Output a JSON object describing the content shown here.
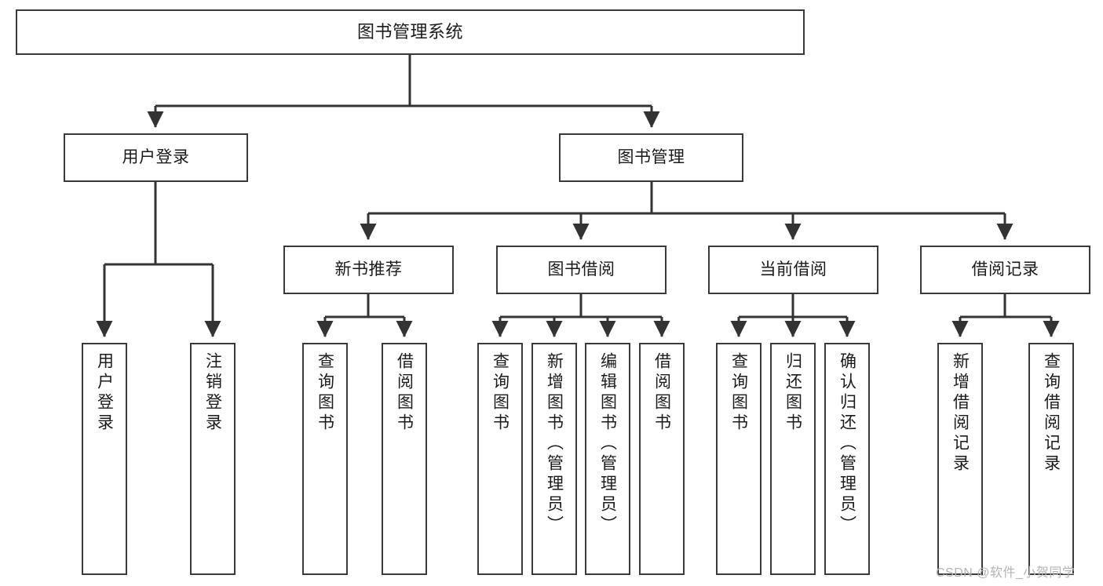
{
  "diagram": {
    "type": "tree-hierarchy-flowchart",
    "title": "图书管理系统",
    "colors": {
      "box_border": "#3a3a3a",
      "box_fill": "#ffffff",
      "connector": "#333333",
      "text": "#1b1b1b",
      "watermark": "#b4b4b4",
      "background": "#ffffff"
    },
    "nodes": {
      "root": {
        "label": "图书管理系统",
        "level": 0
      },
      "level1": [
        {
          "id": "user-login",
          "label": "用户登录"
        },
        {
          "id": "book-manage",
          "label": "图书管理"
        }
      ],
      "level2": [
        {
          "id": "new-book-recommend",
          "label": "新书推荐",
          "parent": "book-manage"
        },
        {
          "id": "book-borrow",
          "label": "图书借阅",
          "parent": "book-manage"
        },
        {
          "id": "current-borrow",
          "label": "当前借阅",
          "parent": "book-manage"
        },
        {
          "id": "borrow-record",
          "label": "借阅记录",
          "parent": "book-manage"
        }
      ],
      "leaves": {
        "user-login": [
          {
            "id": "leaf-user-login",
            "label": "用户登录"
          },
          {
            "id": "leaf-logout",
            "label": "注销登录"
          }
        ],
        "new-book-recommend": [
          {
            "id": "leaf-query-book-1",
            "label": "查询图书"
          },
          {
            "id": "leaf-borrow-book-1",
            "label": "借阅图书"
          }
        ],
        "book-borrow": [
          {
            "id": "leaf-query-book-2",
            "label": "查询图书"
          },
          {
            "id": "leaf-add-book",
            "label": "新增图书（管理员）"
          },
          {
            "id": "leaf-edit-book",
            "label": "编辑图书（管理员）"
          },
          {
            "id": "leaf-borrow-book-2",
            "label": "借阅图书"
          }
        ],
        "current-borrow": [
          {
            "id": "leaf-query-book-3",
            "label": "查询图书"
          },
          {
            "id": "leaf-return-book",
            "label": "归还图书"
          },
          {
            "id": "leaf-confirm-return",
            "label": "确认归还（管理员）"
          }
        ],
        "borrow-record": [
          {
            "id": "leaf-add-record",
            "label": "新增借阅记录"
          },
          {
            "id": "leaf-query-record",
            "label": "查询借阅记录"
          }
        ]
      }
    },
    "watermark": "CSDN @软件_小贺同学"
  }
}
